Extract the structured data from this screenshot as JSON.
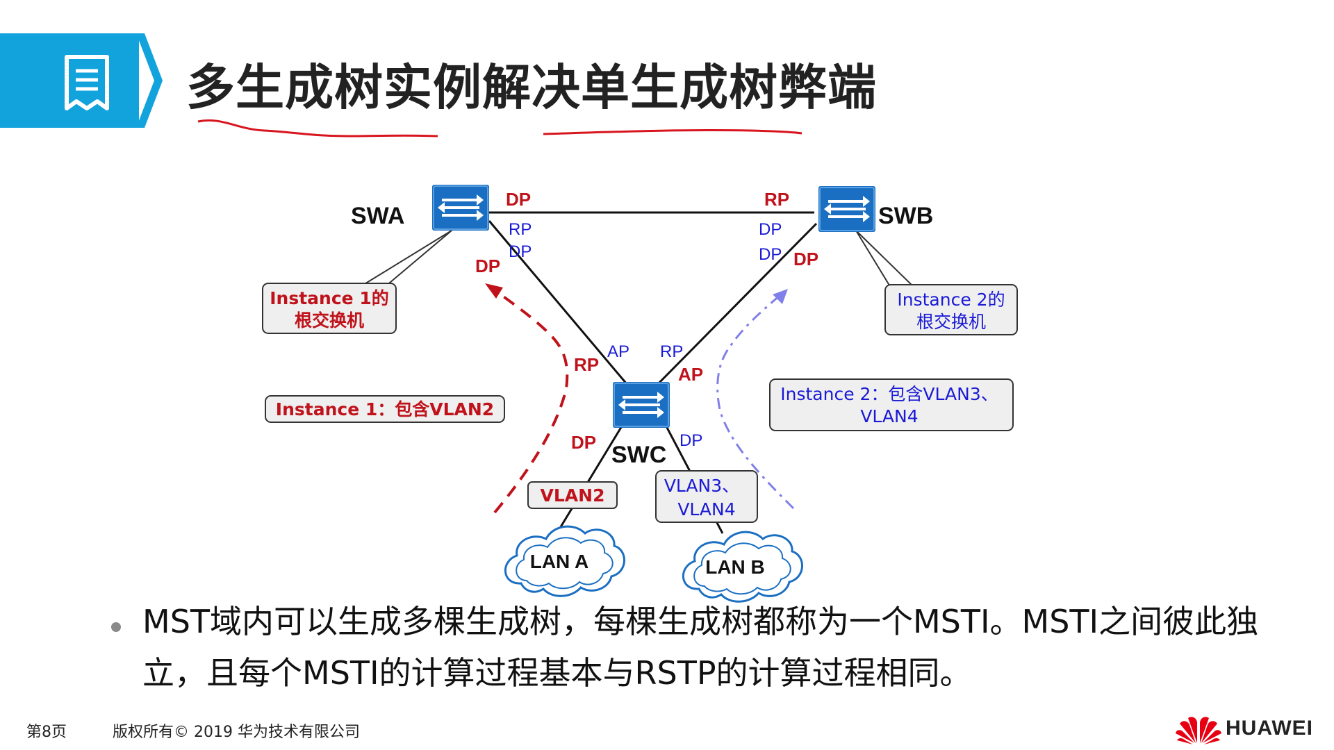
{
  "slide": {
    "title": "多生成树实例解决单生成树弊端",
    "bullet": "MST域内可以生成多棵生成树，每棵生成树都称为一个MSTI。MSTI之间彼此独立，且每个MSTI的计算过程基本与RSTP的计算过程相同。"
  },
  "diagram": {
    "colors": {
      "instance1": "#c0121b",
      "instance2": "#1a1ad6",
      "instance2_arrow": "#8080e8",
      "switch": "#1b6fc2",
      "line": "#111111"
    },
    "switches": {
      "swa": "SWA",
      "swb": "SWB",
      "swc": "SWC"
    },
    "ports": {
      "swa_right_inst1": "DP",
      "swa_right_inst2": "RP",
      "swa_down_inst2": "DP",
      "swa_down_inst1": "DP",
      "swb_left_inst1": "RP",
      "swb_left_inst2": "DP",
      "swb_down_inst2": "DP",
      "swb_down_inst1": "DP",
      "swc_left_inst2": "AP",
      "swc_left_inst1": "RP",
      "swc_right_inst2": "RP",
      "swc_right_inst1": "AP",
      "swc_lana_inst1": "DP",
      "swc_lanb_inst2": "DP"
    },
    "callouts": {
      "inst1_root": [
        "Instance 1的",
        "根交换机"
      ],
      "inst2_root": [
        "Instance 2的",
        "根交换机"
      ],
      "inst1_vlan": "Instance 1：包含VLAN2",
      "inst2_vlan": [
        "Instance 2：包含VLAN3、",
        "VLAN4"
      ],
      "vlan2": "VLAN2",
      "vlan34": [
        "VLAN3、",
        "VLAN4"
      ]
    },
    "lans": {
      "lan_a": "LAN A",
      "lan_b": "LAN B"
    }
  },
  "footer": {
    "page": "第8页",
    "copyright": "版权所有© 2019 华为技术有限公司",
    "brand": "HUAWEI"
  }
}
